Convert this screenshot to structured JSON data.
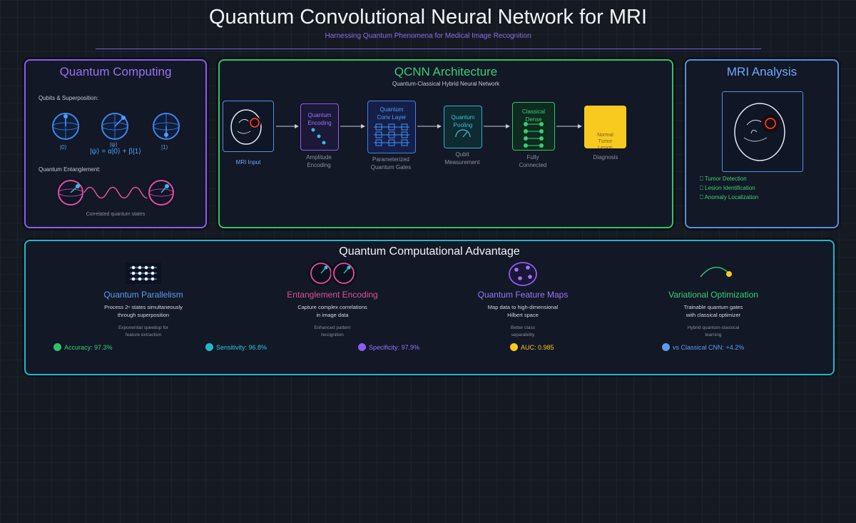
{
  "title": "Quantum Convolutional Neural Network for MRI",
  "subtitle": "Harnessing Quantum Phenomena for Medical Image Recognition",
  "colors": {
    "purple": "#8a5df0",
    "green": "#2fc46a",
    "blue": "#5a8fe0",
    "cyan": "#20b8c8",
    "pink": "#e0509a",
    "yellow": "#f8c91f"
  },
  "quantum_computing": {
    "title": "Quantum Computing",
    "qubits_label": "Qubits & Superposition:",
    "ket0": "|0⟩",
    "ketpsi": "|ψ⟩",
    "ket1": "|1⟩",
    "equation": "|ψ⟩ = α|0⟩ + β|1⟩",
    "entanglement_label": "Quantum Entanglement:",
    "correlated": "Correlated quantum states"
  },
  "qcnn": {
    "title": "QCNN Architecture",
    "subtitle": "Quantum-Classical Hybrid Neural Network",
    "stages": [
      {
        "box": "",
        "caption": "MRI Input"
      },
      {
        "box": "Quantum\nEncoding",
        "caption": "Amplitude\nEncoding"
      },
      {
        "box": "Quantum\nConv Layer",
        "caption": "Parameterized\nQuantum Gates"
      },
      {
        "box": "Quantum\nPooling",
        "caption": "Qubit\nMeasurement"
      },
      {
        "box": "Classical\nDense",
        "caption": "Fully\nConnected"
      },
      {
        "box": "Normal\nTumor\nLesion",
        "caption": "Diagnosis"
      }
    ]
  },
  "mri": {
    "title": "MRI Analysis",
    "features": [
      "⎕ Tumor Detection",
      "⎕ Lesion Identification",
      "⎕ Anomaly Localization"
    ]
  },
  "advantage": {
    "title": "Quantum Computational Advantage",
    "items": [
      {
        "title": "Quantum Parallelism",
        "desc": "Process 2ⁿ states simultaneously\nthrough superposition",
        "note": "Exponential speedup for\nfeature extraction",
        "icon": "qubit-grid-icon"
      },
      {
        "title": "Entanglement Encoding",
        "desc": "Capture complex correlations\nin image data",
        "note": "Enhanced pattern\nrecognition",
        "icon": "entangled-qubits-icon"
      },
      {
        "title": "Quantum Feature Maps",
        "desc": "Map data to high-dimensional\nHilbert space",
        "note": "Better class\nseparability",
        "icon": "hilbert-space-icon"
      },
      {
        "title": "Variational Optimization",
        "desc": "Trainable quantum gates\nwith classical optimizer",
        "note": "Hybrid quantum-classical\nlearning",
        "icon": "optimization-arc-icon"
      }
    ],
    "metrics": [
      {
        "label": "Accuracy: 97.3%",
        "color": "#2fc46a"
      },
      {
        "label": "Sensitivity: 96.8%",
        "color": "#20b8c8"
      },
      {
        "label": "Specificity: 97.9%",
        "color": "#8a5df0"
      },
      {
        "label": "AUC: 0.985",
        "color": "#f8c91f"
      },
      {
        "label": "vs Classical CNN: +4.2%",
        "color": "#5a9cf0"
      }
    ]
  }
}
